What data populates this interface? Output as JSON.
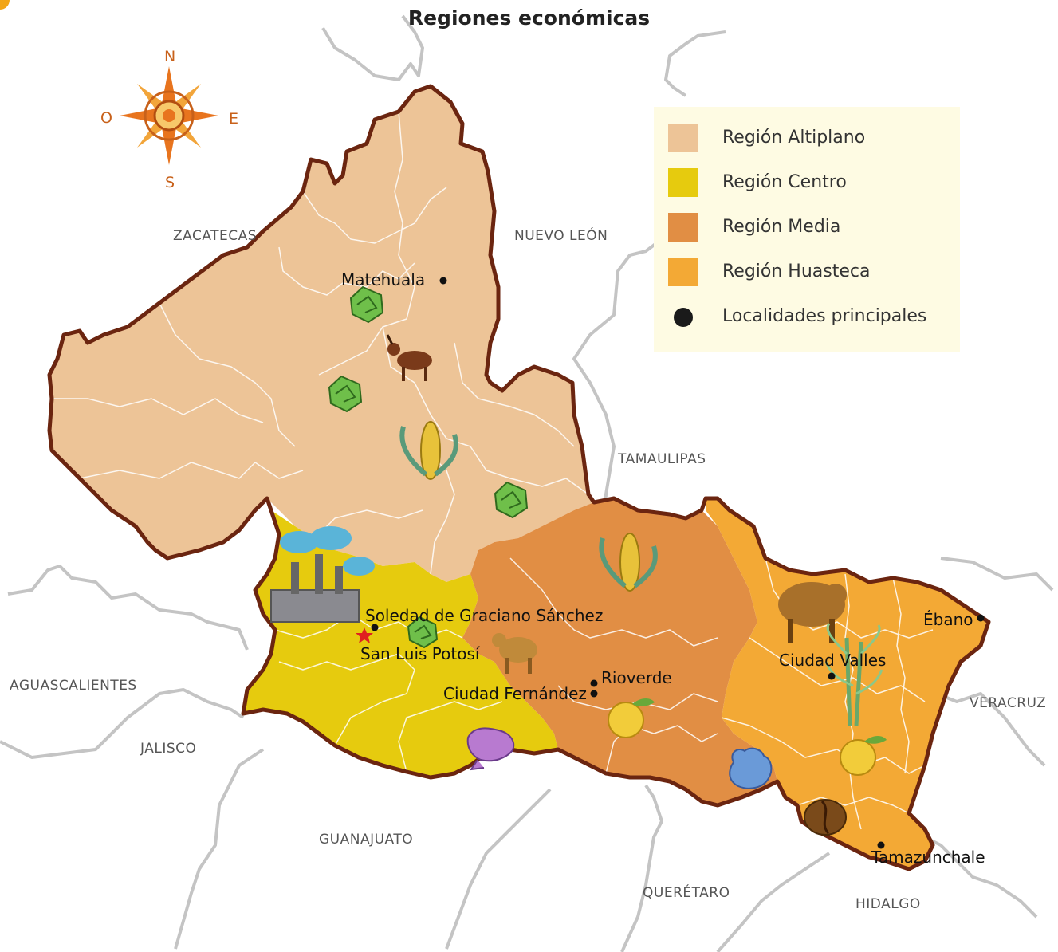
{
  "title": "Regiones económicas",
  "compass": {
    "north": "N",
    "south": "S",
    "east": "E",
    "west": "O"
  },
  "neighbor_states": {
    "zacatecas": "ZACATECAS",
    "nuevo_leon": "NUEVO LEÓN",
    "tamaulipas": "TAMAULIPAS",
    "aguascalientes": "AGUASCALIENTES",
    "jalisco": "JALISCO",
    "guanajuato": "GUANAJUATO",
    "queretaro": "QUERÉTARO",
    "hidalgo": "HIDALGO",
    "veracruz": "VERACRUZ"
  },
  "cities": {
    "matehuala": "Matehuala",
    "soledad": "Soledad de Graciano Sánchez",
    "san_luis_potosi": "San Luis Potosí",
    "rioverde": "Rioverde",
    "ciudad_fernandez": "Ciudad Fernández",
    "ciudad_valles": "Ciudad Valles",
    "ebano": "Ébano",
    "tamazunchale": "Tamazunchale"
  },
  "legend": [
    {
      "label": "Región Altiplano",
      "color": "#edc497"
    },
    {
      "label": "Región Centro",
      "color": "#e6cb0e"
    },
    {
      "label": "Región Media",
      "color": "#e18e44"
    },
    {
      "label": "Región Huasteca",
      "color": "#f3a935"
    },
    {
      "label": "Localidades principales",
      "color": "#1a1a1a"
    }
  ],
  "colors": {
    "border": "#6b2510",
    "neighbor_border": "#c4c4c4",
    "municipal_border": "#ffffff",
    "capital_star": "#e02020"
  },
  "icons": [
    "mining-icon",
    "goat-icon",
    "corn-icon",
    "factory-icon",
    "cattle-icon",
    "fruit-icon",
    "sugarcane-icon",
    "coffee-icon",
    "handicraft-icon",
    "pottery-icon"
  ]
}
